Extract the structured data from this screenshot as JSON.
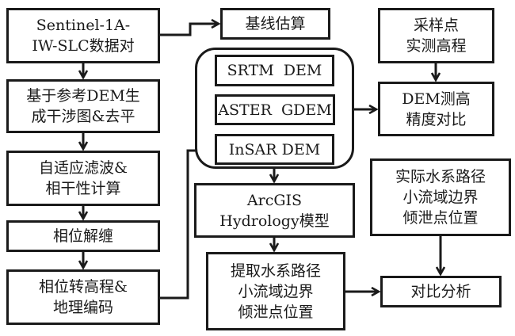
{
  "diagram": {
    "nodes": {
      "sentinel": {
        "lines": [
          "Sentinel-1A-",
          "IW-SLC数据对"
        ]
      },
      "interferogram": {
        "lines": [
          "基于参考DEM生",
          "成干涉图&去平"
        ]
      },
      "filtering": {
        "lines": [
          "自适应滤波&",
          "相干性计算"
        ]
      },
      "unwrapping": {
        "lines": [
          "相位解缠"
        ]
      },
      "geocoding": {
        "lines": [
          "相位转高程&",
          "地理编码"
        ]
      },
      "baseline": {
        "lines": [
          "基线估算"
        ]
      },
      "srtm": {
        "lines": [
          "SRTM  DEM"
        ]
      },
      "aster": {
        "lines": [
          "ASTER  GDEM"
        ]
      },
      "insar": {
        "lines": [
          "InSAR DEM"
        ]
      },
      "sample_points": {
        "lines": [
          "采样点",
          "实测高程"
        ]
      },
      "dem_accuracy": {
        "lines": [
          "DEM测高",
          "精度对比"
        ]
      },
      "arcgis": {
        "lines": [
          "ArcGIS",
          "Hydrology模型"
        ]
      },
      "extract": {
        "lines": [
          "提取水系路径",
          "小流域边界",
          "倾泄点位置"
        ]
      },
      "actual": {
        "lines": [
          "实际水系路径",
          "小流域边界",
          "倾泄点位置"
        ]
      },
      "compare": {
        "lines": [
          "对比分析"
        ]
      }
    },
    "edges": [
      {
        "from": "sentinel",
        "to": "interferogram"
      },
      {
        "from": "sentinel",
        "to": "baseline"
      },
      {
        "from": "interferogram",
        "to": "filtering"
      },
      {
        "from": "filtering",
        "to": "unwrapping"
      },
      {
        "from": "unwrapping",
        "to": "geocoding"
      },
      {
        "from": "geocoding",
        "to": "insar"
      },
      {
        "from": "dem_group",
        "to": "dem_accuracy"
      },
      {
        "from": "sample_points",
        "to": "dem_accuracy"
      },
      {
        "from": "dem_group",
        "to": "arcgis"
      },
      {
        "from": "arcgis",
        "to": "extract"
      },
      {
        "from": "extract",
        "to": "compare"
      },
      {
        "from": "actual",
        "to": "compare"
      }
    ]
  }
}
